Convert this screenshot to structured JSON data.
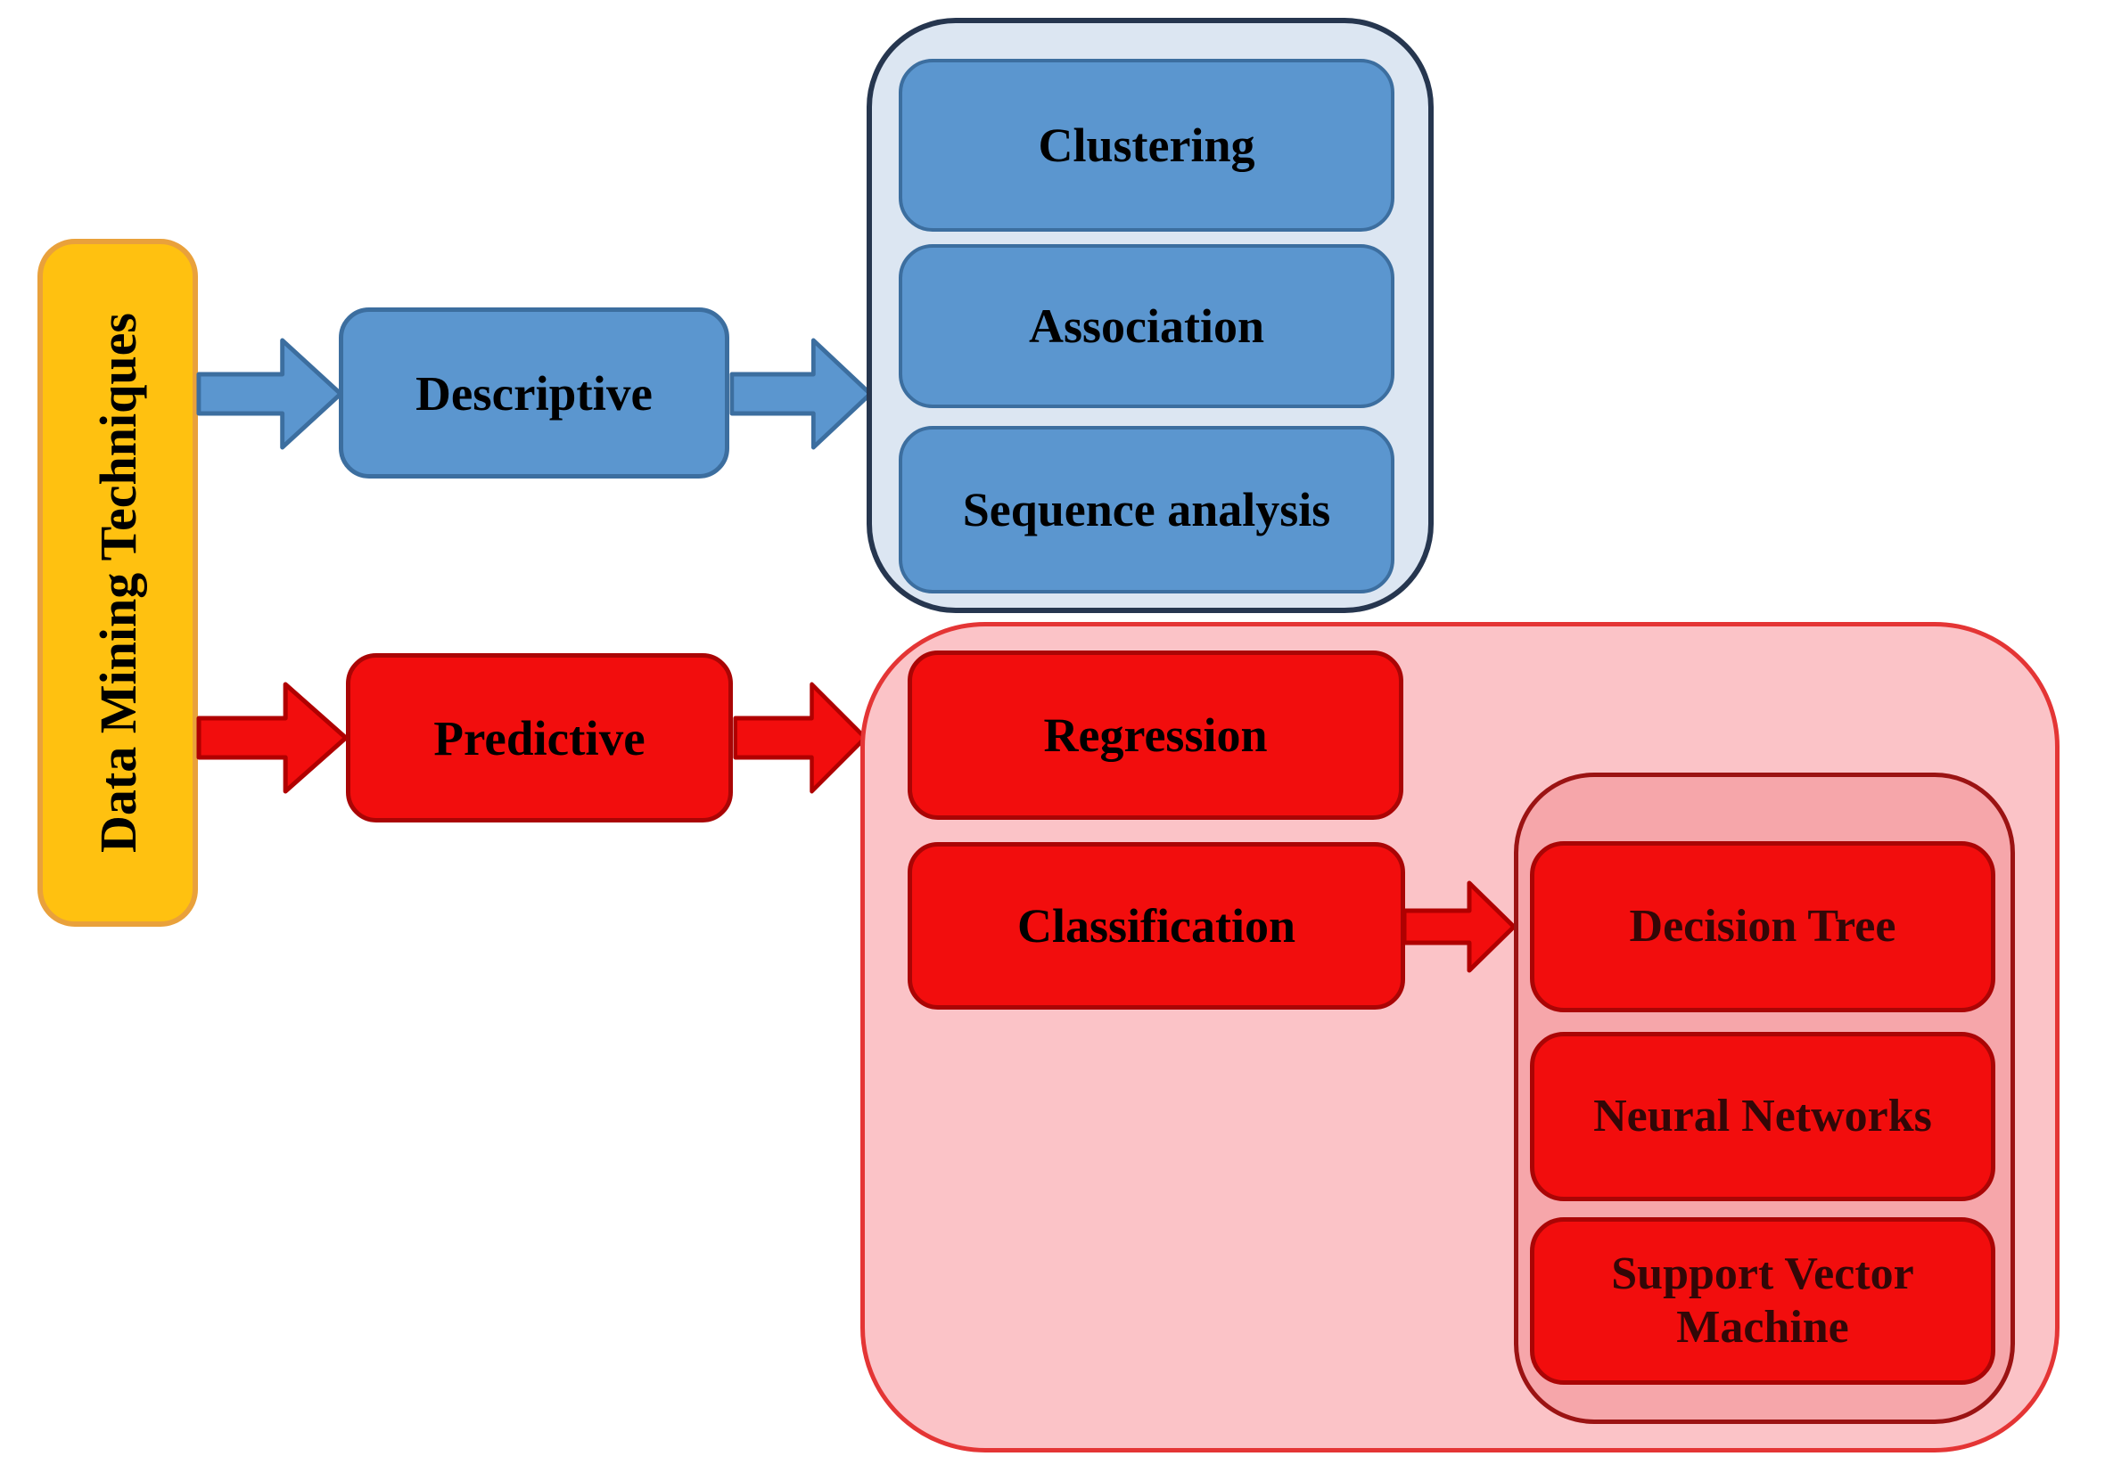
{
  "root": {
    "label": "Data Mining Techniques"
  },
  "descriptive_branch": {
    "label": "Descriptive",
    "items": [
      {
        "label": "Clustering"
      },
      {
        "label": "Association"
      },
      {
        "label": "Sequence analysis"
      }
    ]
  },
  "predictive_branch": {
    "label": "Predictive",
    "items": [
      {
        "label": "Regression"
      },
      {
        "label": "Classification"
      }
    ],
    "classification_methods": [
      {
        "label": "Decision Tree"
      },
      {
        "label": "Neural Networks"
      },
      {
        "label": "Support Vector Machine"
      }
    ]
  },
  "colors": {
    "root-fill": "#FFC110",
    "root-border": "#E9A13B",
    "blue-fill": "#5B96CF",
    "blue-border": "#3C6E9F",
    "blue-panel-fill": "#DCE6F2",
    "blue-panel-border": "#26364F",
    "red-fill": "#F20D0D",
    "red-border": "#AA0505",
    "red-arrow-border": "#B00000",
    "pink-panel-fill": "#FBC3C7",
    "pink-panel-border": "#E43535",
    "inner-pink-fill": "#F6A6AA",
    "inner-pink-border": "#9B1313",
    "label-color": "#000000",
    "inner-label-color": "#330707"
  }
}
